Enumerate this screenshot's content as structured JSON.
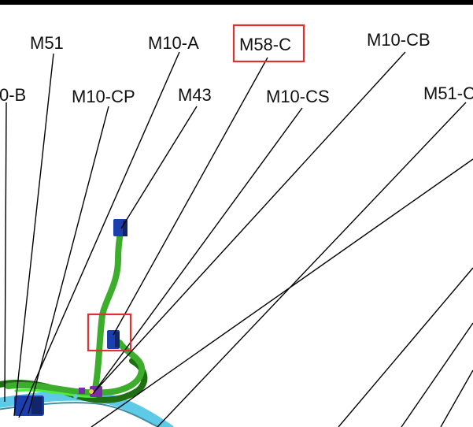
{
  "colors": {
    "harness_green": "#3cae2c",
    "harness_dark": "#1f6e14",
    "connector_blue": "#1c3fb0",
    "connector_purple": "#7b2aa8",
    "harness_cyan": "#5fc9e8",
    "highlight": "#e03030"
  },
  "labels": {
    "m51": "M51",
    "m10_a": "M10-A",
    "m58_c": "M58-C",
    "m10_cb": "M10-CB",
    "m10_b": "0-B",
    "m10_cp": "M10-CP",
    "m43": "M43",
    "m10_cs": "M10-CS",
    "m51_c": "M51-C"
  },
  "highlights": [
    "M58-C"
  ]
}
